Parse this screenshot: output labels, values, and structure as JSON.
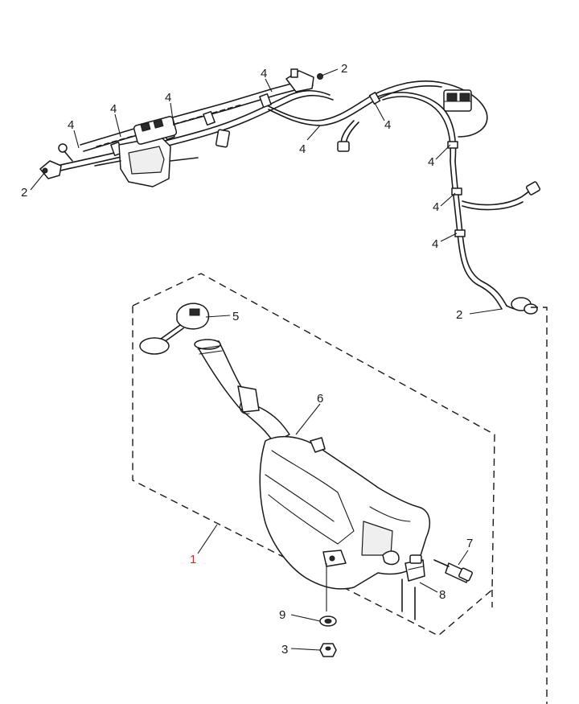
{
  "callouts": {
    "c1": "1",
    "c2_left": "2",
    "c2_top": "2",
    "c2_right": "2",
    "c3": "3",
    "c4_a": "4",
    "c4_b": "4",
    "c4_c": "4",
    "c4_d": "4",
    "c4_e": "4",
    "c4_f": "4",
    "c4_g": "4",
    "c4_h": "4",
    "c4_i": "4",
    "c5": "5",
    "c6": "6",
    "c7": "7",
    "c8": "8",
    "c9": "9"
  },
  "colors": {
    "line": "#1a1a1a",
    "assembly_callout": "#e8202a",
    "background": "#ffffff"
  }
}
